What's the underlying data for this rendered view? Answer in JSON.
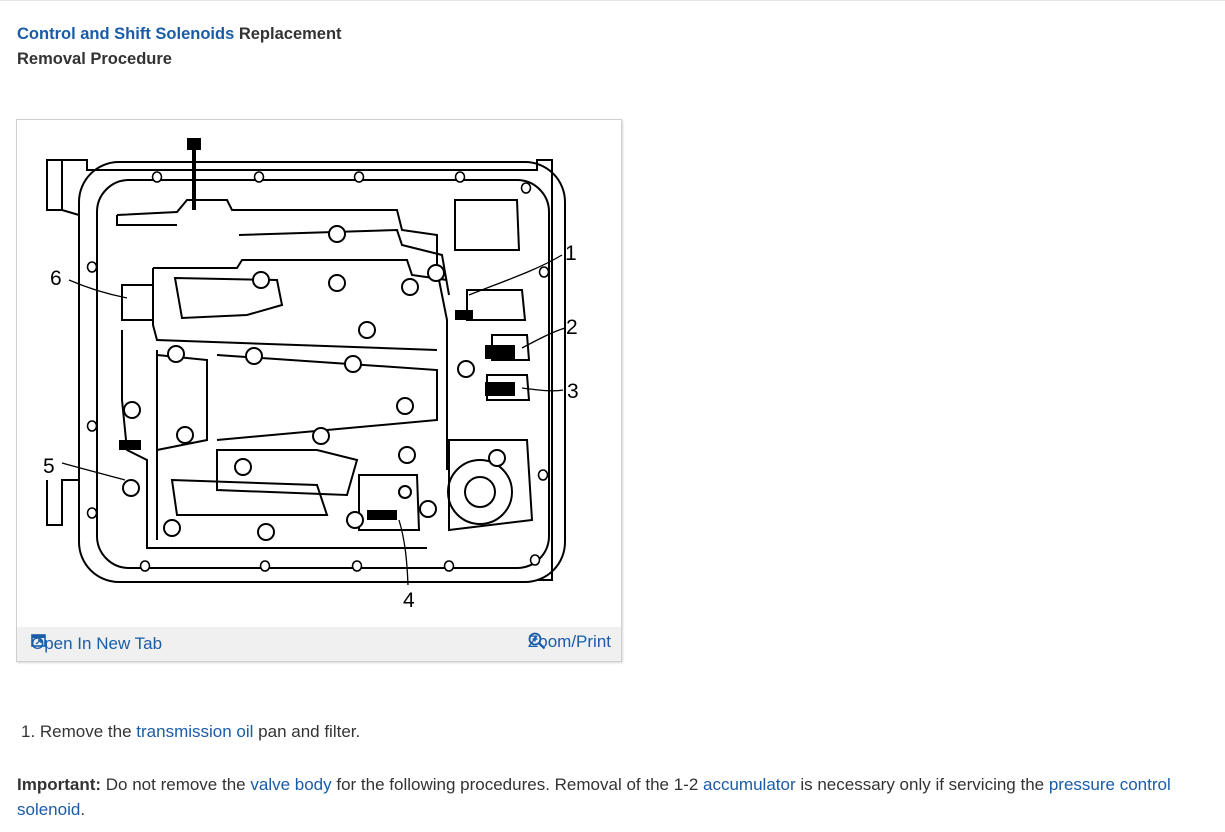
{
  "header": {
    "title_link": "Control and Shift Solenoids",
    "title_rest": "Replacement",
    "subtitle": "Removal Procedure"
  },
  "figure": {
    "callouts": [
      "1",
      "2",
      "3",
      "4",
      "5",
      "6"
    ],
    "open_tab_label": "Open In New Tab",
    "zoom_label": "Zoom/Print",
    "open_tab_icon": "open-new-tab-icon",
    "zoom_icon": "zoom-in-icon"
  },
  "steps": {
    "step1_prefix": "1. Remove the ",
    "step1_link": "transmission oil",
    "step1_suffix": " pan and filter."
  },
  "important": {
    "label": "Important:",
    "text1": " Do not remove the ",
    "link1": "valve body",
    "text2": " for the following procedures. Removal of the 1-2 ",
    "link2": "accumulator",
    "text3": " is necessary only if servicing the ",
    "link3": "pressure control solenoid",
    "text4": "."
  },
  "colors": {
    "link": "#1a5ca8",
    "text": "#333333",
    "footer_bg": "#f0f0f0"
  }
}
